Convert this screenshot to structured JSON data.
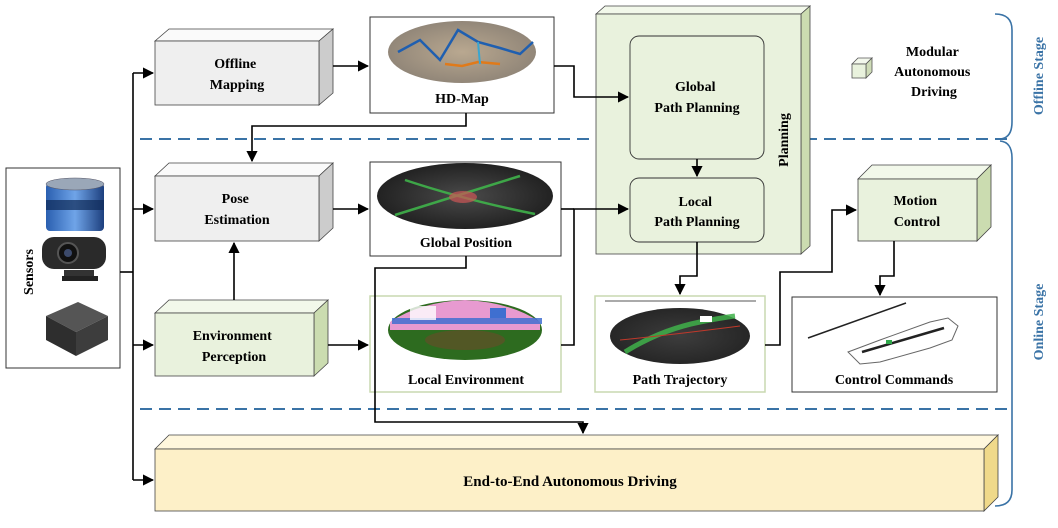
{
  "modules": {
    "sensors": "Sensors",
    "offline_mapping": [
      "Offline",
      "Mapping"
    ],
    "hd_map": "HD-Map",
    "pose_estimation": [
      "Pose",
      "Estimation"
    ],
    "global_position": "Global Position",
    "environment_perception": [
      "Environment",
      "Perception"
    ],
    "local_environment": "Local Environment",
    "planning": "Planning",
    "global_path_planning": [
      "Global",
      "Path Planning"
    ],
    "local_path_planning": [
      "Local",
      "Path Planning"
    ],
    "path_trajectory": "Path Trajectory",
    "motion_control": [
      "Motion",
      "Control"
    ],
    "control_commands": "Control Commands",
    "end_to_end": "End-to-End Autonomous Driving"
  },
  "legend": {
    "label": [
      "Modular",
      "Autonomous",
      "Driving"
    ]
  },
  "stages": {
    "offline": "Offline Stage",
    "online": "Online Stage"
  },
  "colors": {
    "gray_box": "#efefef",
    "green_box": "#e9f2dd",
    "yellow_box": "#fdf0c8",
    "stage_line": "#3a73a6",
    "planning_panel": "#e9f2dd"
  }
}
